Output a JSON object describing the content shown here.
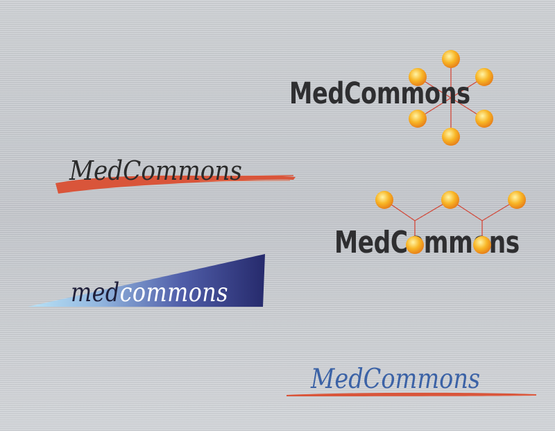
{
  "logos": {
    "molecule": {
      "text": "MedCommons"
    },
    "brush": {
      "text": "MedCommons"
    },
    "chain": {
      "text": "MedCommons"
    },
    "wedge": {
      "text_part1": "med",
      "text_part2": "commons"
    },
    "blue": {
      "text": "MedCommons"
    }
  },
  "colors": {
    "background": "#c8cbcf",
    "dark_text": "#2e2e30",
    "orange_node": "#f6a51c",
    "node_highlight": "#fff3a0",
    "connector_red": "#d2493a",
    "brush_orange": "#d9553a",
    "wedge_navy": "#2a2a6e",
    "wedge_light": "#a7d4ef",
    "blue_text": "#3b62a6"
  }
}
